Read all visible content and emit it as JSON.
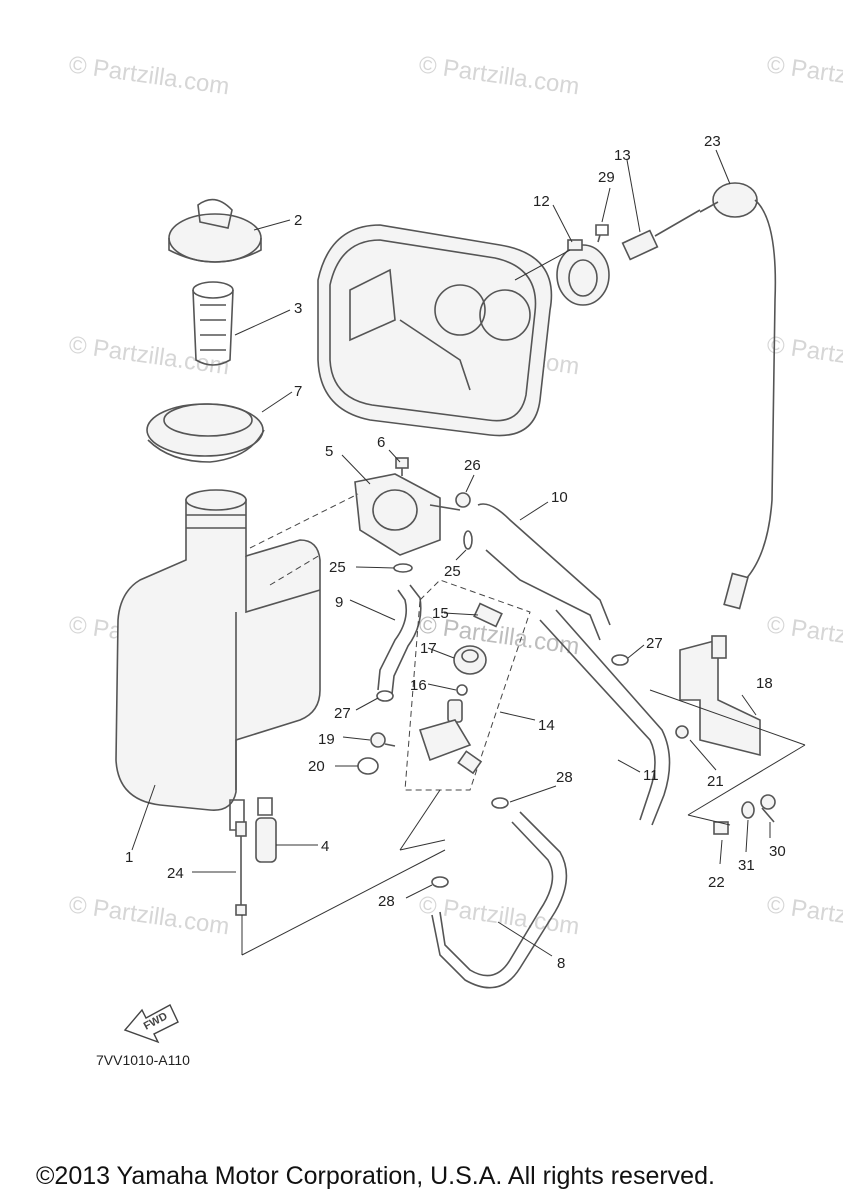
{
  "watermark": "© Partzilla.com",
  "callouts": [
    "1",
    "2",
    "3",
    "4",
    "5",
    "6",
    "7",
    "8",
    "9",
    "10",
    "11",
    "12",
    "13",
    "14",
    "15",
    "16",
    "17",
    "18",
    "19",
    "20",
    "21",
    "22",
    "23",
    "24",
    "25",
    "25",
    "26",
    "27",
    "27",
    "28",
    "28",
    "29",
    "30",
    "31"
  ],
  "fwd_label": "FWD",
  "diagram_code": "7VV1010-A110",
  "copyright": "©2013 Yamaha Motor Corporation, U.S.A. All rights reserved."
}
